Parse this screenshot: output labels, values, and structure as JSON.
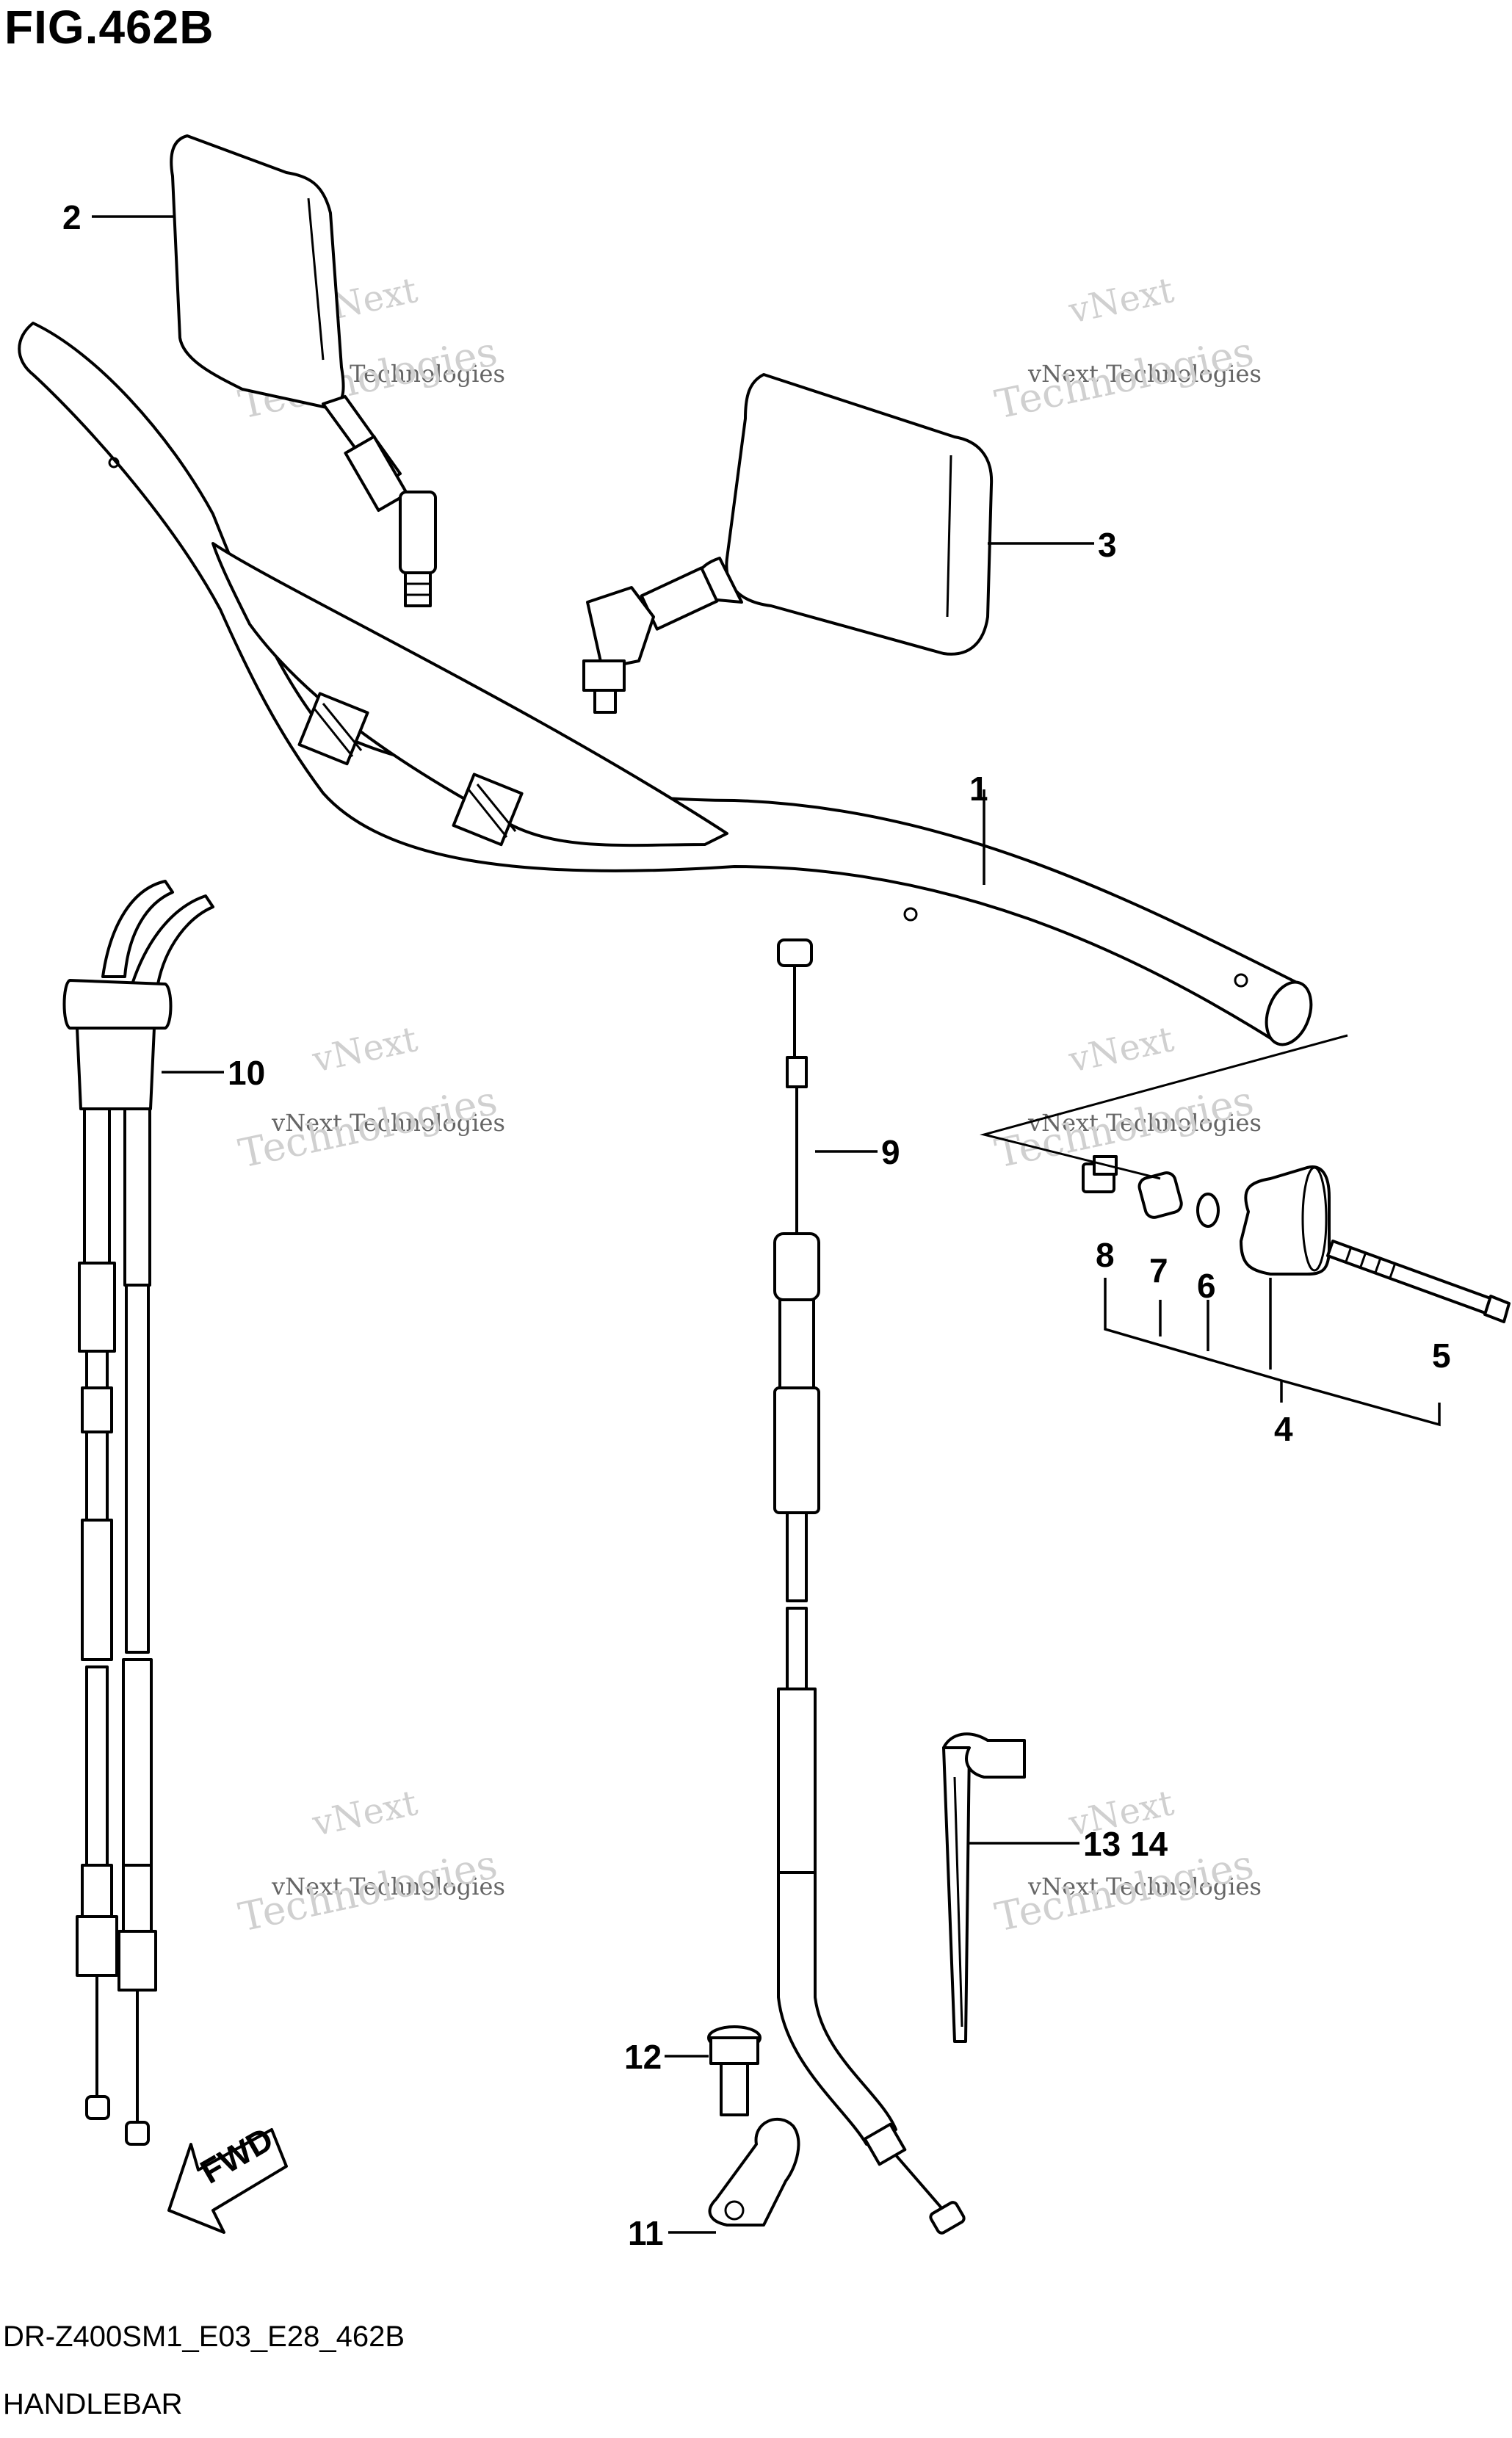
{
  "figure": {
    "title": "FIG.462B",
    "model_code": "DR-Z400SM1_E03_E28_462B",
    "section_name": "HANDLEBAR"
  },
  "callouts": [
    "1",
    "2",
    "3",
    "4",
    "5",
    "6",
    "7",
    "8",
    "9",
    "10",
    "11",
    "12",
    "13 14"
  ],
  "fwd_label": "FWD",
  "watermark": {
    "line1": "vNext",
    "line2": "vNext Technologies",
    "line3": "Technologies"
  }
}
